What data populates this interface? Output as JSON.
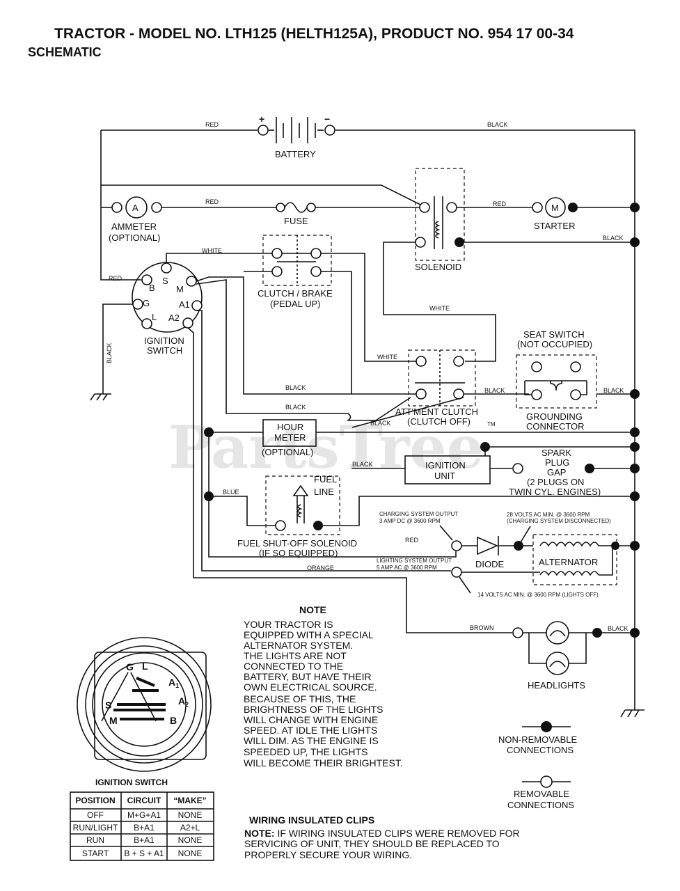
{
  "header": {
    "title": "TRACTOR - MODEL NO. LTH125 (HELTH125A), PRODUCT NO. 954 17 00-34",
    "subtitle": "SCHEMATIC"
  },
  "components": {
    "battery": "BATTERY",
    "battery_pos": "+",
    "battery_neg": "−",
    "ammeter_symbol": "A",
    "ammeter_l1": "AMMETER",
    "ammeter_l2": "(OPTIONAL)",
    "fuse": "FUSE",
    "solenoid": "SOLENOID",
    "starter_symbol": "M",
    "starter": "STARTER",
    "clutch_l1": "CLUTCH / BRAKE",
    "clutch_l2": "(PEDAL UP)",
    "ignition_l1": "IGNITION",
    "ignition_l2": "SWITCH",
    "ign_B": "B",
    "ign_S": "S",
    "ign_M": "M",
    "ign_G": "G",
    "ign_A1": "A1",
    "ign_L": "L",
    "ign_A2": "A2",
    "seat_l1": "SEAT SWITCH",
    "seat_l2": "(NOT OCCUPIED)",
    "attment_l1": "ATT'MENT CLUTCH",
    "attment_l2": "(CLUTCH OFF)",
    "grounding_l1": "GROUNDING",
    "grounding_l2": "CONNECTOR",
    "hour_l1": "HOUR",
    "hour_l2": "METER",
    "hour_l3": "(OPTIONAL)",
    "ignunit_l1": "IGNITION",
    "ignunit_l2": "UNIT",
    "spark_l1": "SPARK",
    "spark_l2": "PLUG",
    "spark_l3": "GAP",
    "spark_l4": "(2 PLUGS ON",
    "spark_l5": "TWIN CYL. ENGINES)",
    "fuelline_l1": "FUEL",
    "fuelline_l2": "LINE",
    "fuelsol_l1": "FUEL SHUT-OFF SOLENOID",
    "fuelsol_l2": "(IF SO EQUIPPED)",
    "diode": "DIODE",
    "alternator": "ALTERNATOR",
    "headlights": "HEADLIGHTS",
    "watermark": "PartsTree",
    "watermark_tm": "TM"
  },
  "wire_labels": {
    "red": "RED",
    "black": "BLACK",
    "white": "WHITE",
    "blue": "BLUE",
    "orange": "ORANGE",
    "brown": "BROWN"
  },
  "specs": {
    "charge_l1": "CHARGING SYSTEM OUTPUT",
    "charge_l2": "3 AMP DC @ 3600 RPM",
    "ac28_l1": "28 VOLTS AC MIN. @ 3600 RPM",
    "ac28_l2": "(CHARGING SYSTEM DISCONNECTED)",
    "light_l1": "LIGHTING SYSTEM OUTPUT",
    "light_l2": "5 AMP AC @ 3600 RPM",
    "ac14": "14 VOLTS AC MIN. @ 3600 RPM (LIGHTS OFF)"
  },
  "note": {
    "heading": "NOTE",
    "lines": [
      "YOUR TRACTOR IS",
      "EQUIPPED WITH A SPECIAL",
      "ALTERNATOR SYSTEM.",
      "THE LIGHTS ARE NOT",
      "CONNECTED TO THE",
      "BATTERY, BUT HAVE THEIR",
      "OWN ELECTRICAL SOURCE.",
      "BECAUSE OF THIS, THE",
      "BRIGHTNESS OF THE LIGHTS",
      "WILL CHANGE WITH ENGINE",
      "SPEED.  AT IDLE THE LIGHTS",
      "WILL DIM.  AS THE ENGINE IS",
      "SPEEDED UP, THE LIGHTS",
      "WILL BECOME THEIR BRIGHTEST."
    ]
  },
  "legend": {
    "nonremovable_l1": "NON-REMOVABLE",
    "nonremovable_l2": "CONNECTIONS",
    "removable_l1": "REMOVABLE",
    "removable_l2": "CONNECTIONS"
  },
  "clips": {
    "heading": "WIRING INSULATED CLIPS",
    "note_label": "NOTE:",
    "line1": " IF WIRING INSULATED CLIPS WERE REMOVED FOR",
    "line2": "SERVICING OF UNIT, THEY SHOULD BE REPLACED TO",
    "line3": "PROPERLY SECURE YOUR WIRING."
  },
  "switch_face": {
    "G": "G",
    "L": "L",
    "A": "A",
    "sub1": "1",
    "sub2": "2",
    "S": "S",
    "M": "M",
    "B": "B"
  },
  "ignition_table": {
    "caption": "IGNITION SWITCH",
    "headers": [
      "POSITION",
      "CIRCUIT",
      "“MAKE”"
    ],
    "rows": [
      [
        "OFF",
        "M+G+A1",
        "NONE"
      ],
      [
        "RUN/LIGHT",
        "B+A1",
        "A2+L"
      ],
      [
        "RUN",
        "B+A1",
        "NONE"
      ],
      [
        "START",
        "B + S + A1",
        "NONE"
      ]
    ]
  }
}
